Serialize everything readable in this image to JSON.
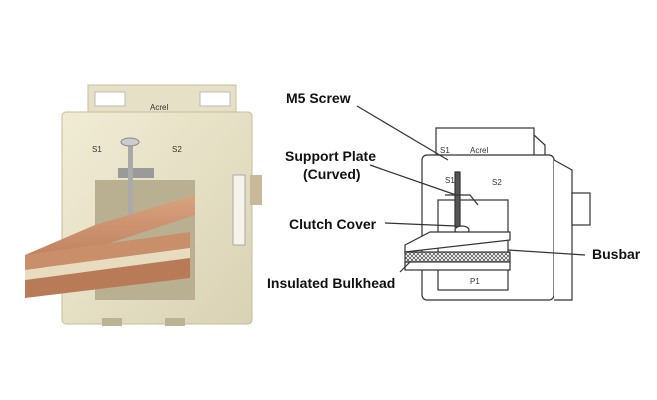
{
  "photo": {
    "terminal_left": "S1",
    "terminal_right": "S2",
    "brand": "Acrel"
  },
  "diagram": {
    "labels": {
      "m5_screw": "M5 Screw",
      "support_plate": "Support Plate",
      "support_plate_note": "(Curved)",
      "clutch_cover": "Clutch Cover",
      "busbar": "Busbar",
      "insulated_bulkhead": "Insulated Bulkhead"
    },
    "markings": {
      "s1": "S1",
      "s2": "S2",
      "p1": "P1",
      "brand": "Acrel"
    }
  }
}
